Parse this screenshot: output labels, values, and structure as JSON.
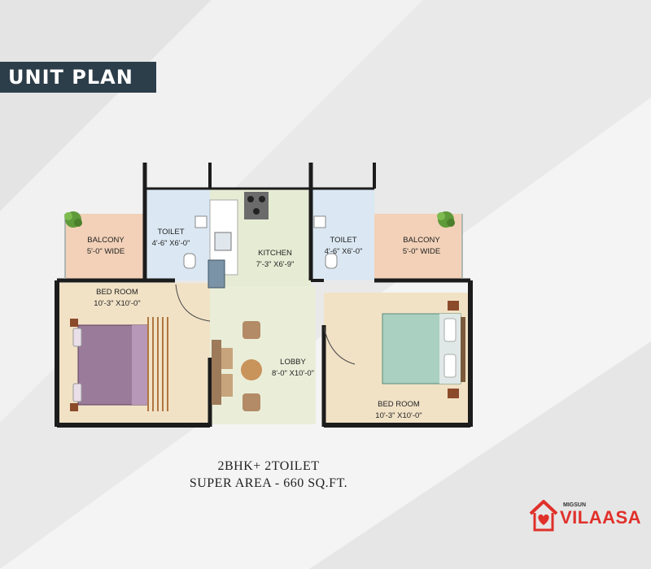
{
  "header": {
    "title": "UNIT PLAN"
  },
  "rooms": {
    "balcony_left": {
      "name": "BALCONY",
      "size": "5'-0\" WIDE"
    },
    "toilet_left": {
      "name": "TOILET",
      "size": "4'-6\" X6'-0\""
    },
    "kitchen": {
      "name": "KITCHEN",
      "size": "7'-3\" X6'-9\""
    },
    "toilet_right": {
      "name": "TOILET",
      "size": "4'-6\" X6'-0\""
    },
    "balcony_right": {
      "name": "BALCONY",
      "size": "5'-0\" WIDE"
    },
    "bedroom_left": {
      "name": "BED ROOM",
      "size": "10'-3\" X10'-0\""
    },
    "lobby": {
      "name": "LOBBY",
      "size": "8'-0\" X10'-0\""
    },
    "bedroom_right": {
      "name": "BED ROOM",
      "size": "10'-3\" X10'-0\""
    }
  },
  "footer": {
    "config": "2BHK+ 2TOILET",
    "area": "SUPER AREA - 660 SQ.FT."
  },
  "logo": {
    "small_text": "MIGSUN",
    "brand": "VILAASA"
  },
  "colors": {
    "title_bg": "#2c3e4a",
    "balcony_floor": "#f2d1b8",
    "toilet_floor": "#dbe8f3",
    "kitchen_floor": "#e6ecd4",
    "bedroom_floor": "#f1e2c6",
    "wall": "#1c1c1c",
    "brand_red": "#e0302a"
  }
}
